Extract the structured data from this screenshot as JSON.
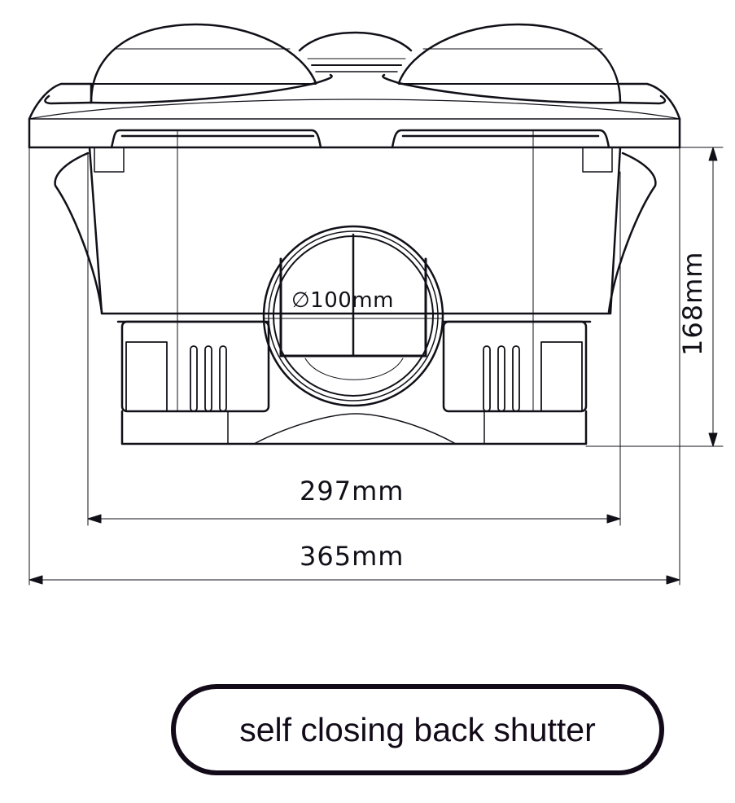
{
  "diagram": {
    "type": "technical-drawing",
    "subject": "extractor fan unit, side elevation",
    "line_color": "#111018",
    "background": "#ffffff"
  },
  "dimensions": {
    "height": "168mm",
    "inner_width": "297mm",
    "overall_width": "365mm",
    "duct_diameter_symbol": "∅",
    "duct_diameter": "100mm"
  },
  "callout": {
    "label": "self closing back shutter"
  }
}
